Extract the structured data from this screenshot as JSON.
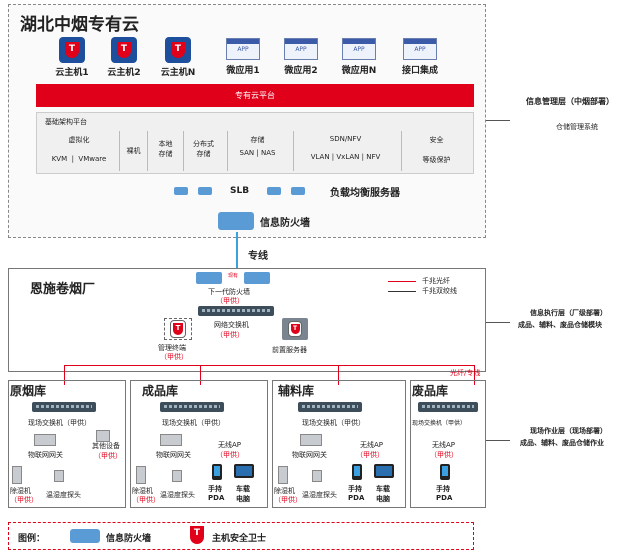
{
  "cloud": {
    "title": "湖北中烟专有云",
    "hosts": [
      "云主机1",
      "云主机2",
      "云主机N"
    ],
    "apps": [
      "微应用1",
      "微应用2",
      "微应用N",
      "接口集成"
    ],
    "app_icon_text": "APP",
    "platform": "专有云平台",
    "infra_title": "基础架构平台",
    "infra": {
      "virt": "虚拟化",
      "kvm": "KVM",
      "vmware": "VMware",
      "bare": "裸机",
      "local1": "本地",
      "local2": "存储",
      "dist1": "分布式",
      "dist2": "存储",
      "storage": "存储",
      "san": "SAN",
      "nas": "NAS",
      "sdn": "SDN/NFV",
      "vlan": "VLAN",
      "vxlan": "VxLAN",
      "nfv": "NFV",
      "security": "安全",
      "level": "等级保护"
    },
    "slb": "SLB",
    "lb": "负载均衡服务器",
    "firewall": "信息防火墙"
  },
  "right": {
    "layer1": "信息管理层（中烟部署）",
    "layer1_sub": "仓储管理系统",
    "layer2_a": "信息执行层（厂级部署）",
    "layer2_b": "成品、辅料、废品仓储模块",
    "layer3_a": "现场作业层（现场部署）",
    "layer3_b": "成品、辅料、废品仓储作业"
  },
  "link": "专线",
  "factory": {
    "title": "恩施卷烟厂",
    "legend_fiber": "千兆光纤",
    "legend_twisted": "千兆双绞线",
    "fw_label": "下一代防火墙",
    "jia": "（甲供）",
    "fw_small": "现有",
    "net_switch": "网络交换机",
    "mgmt": "管理终端",
    "front": "前置服务器",
    "fiber_note": "光纤/专线"
  },
  "warehouses": [
    {
      "name": "原烟库",
      "switch": "现场交换机（甲供）",
      "iot": "物联网网关",
      "other": "其他设备",
      "dehum": "除湿机",
      "sensor": "温湿度探头"
    },
    {
      "name": "成品库",
      "switch": "现场交换机（甲供）",
      "ap": "无线AP",
      "iot": "物联网网关",
      "dehum": "除湿机",
      "sensor": "温湿度探头",
      "pda": "手持PDA",
      "car": "车载电脑"
    },
    {
      "name": "辅料库",
      "switch": "现场交换机（甲供）",
      "ap": "无线AP",
      "iot": "物联网网关",
      "dehum": "除湿机",
      "sensor": "温湿度探头",
      "pda": "手持PDA",
      "car": "车载电脑"
    },
    {
      "name": "废品库",
      "switch": "现场交换机（甲供）",
      "ap": "无线AP",
      "pda": "手持PDA"
    }
  ],
  "legend": {
    "title": "图例：",
    "fw": "信息防火墙",
    "guard": "主机安全卫士"
  }
}
